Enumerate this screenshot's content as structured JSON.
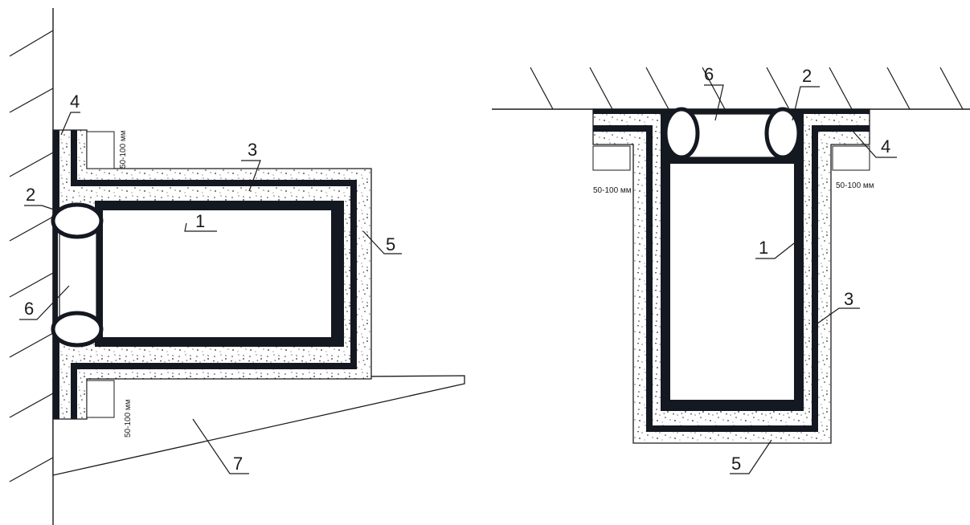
{
  "left_diagram": {
    "callouts": {
      "c1": "1",
      "c2": "2",
      "c3": "3",
      "c4": "4",
      "c5": "5",
      "c6": "6",
      "c7": "7"
    },
    "dim_top": "50-100 мм",
    "dim_bottom": "50-100 мм"
  },
  "right_diagram": {
    "callouts": {
      "c1": "1",
      "c2": "2",
      "c3": "3",
      "c4": "4",
      "c5": "5",
      "c6": "6"
    },
    "dim_left": "50-100 мм",
    "dim_right": "50-100 мм"
  },
  "colors": {
    "ink": "#141820",
    "background": "#ffffff",
    "concrete_speckle": "#2a2a2a"
  }
}
